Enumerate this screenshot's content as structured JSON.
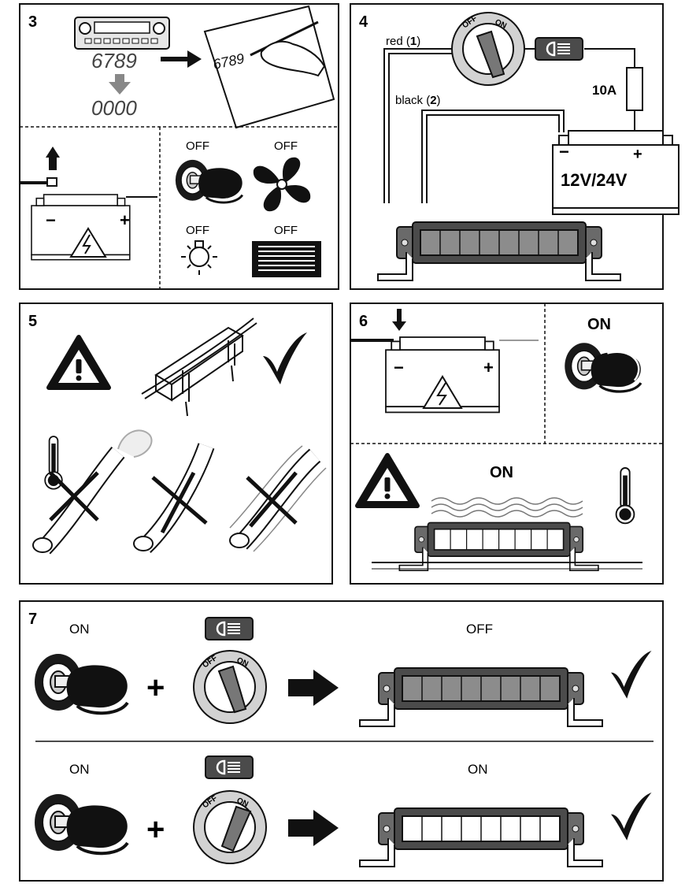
{
  "step3": {
    "number": "3",
    "radio_code": "6789",
    "reset_code": "0000",
    "note_code": "6789",
    "off_labels": [
      "OFF",
      "OFF",
      "OFF",
      "OFF"
    ]
  },
  "step4": {
    "number": "4",
    "wire_red": "red",
    "wire_red_num": "1",
    "wire_black": "black",
    "wire_black_num": "2",
    "fuse": "10A",
    "battery_voltage": "12V/24V",
    "switch_off": "OFF",
    "switch_on": "ON",
    "minus": "−",
    "plus": "+"
  },
  "step5": {
    "number": "5"
  },
  "step6": {
    "number": "6",
    "ignition_label": "ON",
    "lamp_label": "ON"
  },
  "step7": {
    "number": "7",
    "rows": [
      {
        "ignition": "ON",
        "result": "OFF"
      },
      {
        "ignition": "ON",
        "result": "ON"
      }
    ],
    "switch_off": "OFF",
    "switch_on": "ON"
  },
  "colors": {
    "ink": "#111111",
    "panel_fill": "#d2d2d2",
    "light_segment": "#ffffff",
    "dark_segment": "#8c8c8c"
  }
}
